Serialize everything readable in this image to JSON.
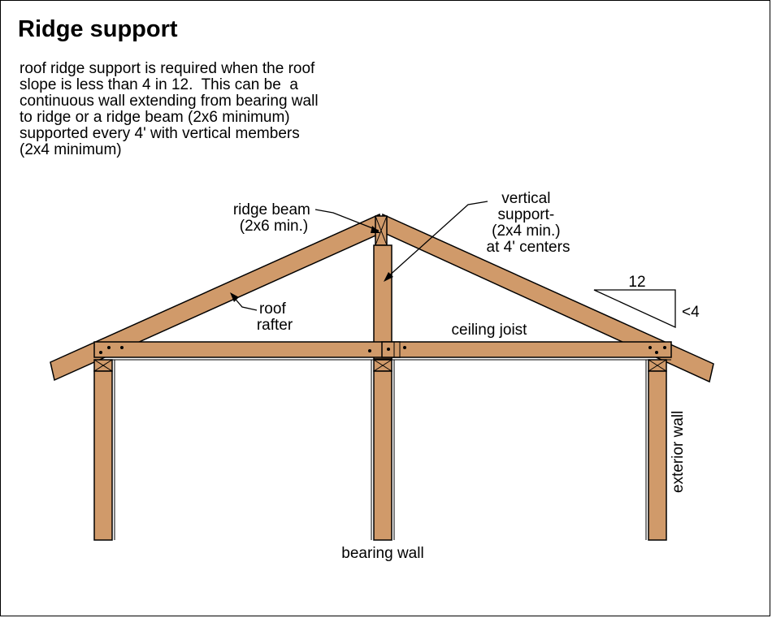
{
  "title": "Ridge support",
  "description": "roof ridge support is required when the roof\nslope is less than 4 in 12.  This can be  a\ncontinuous wall extending from bearing wall\nto ridge or a ridge beam (2x6 minimum)\nsupported every 4' with vertical members\n(2x4 minimum)",
  "labels": {
    "ridge_beam_1": "ridge beam",
    "ridge_beam_2": "(2x6 min.)",
    "vertical_1": "vertical",
    "vertical_2": "support-",
    "vertical_3": "(2x4 min.)",
    "vertical_4": "at 4' centers",
    "roof_1": "roof",
    "roof_2": "rafter",
    "ceiling_joist": "ceiling joist",
    "slope_run": "12",
    "slope_rise": "<4",
    "exterior_wall": "exterior wall",
    "bearing_wall": "bearing wall"
  },
  "colors": {
    "lumber": "#d09a6a",
    "outline": "#000000"
  }
}
